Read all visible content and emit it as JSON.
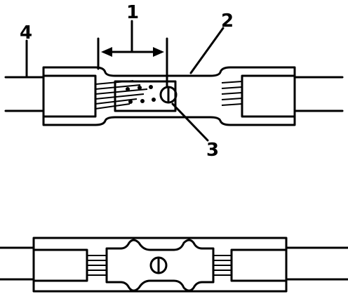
{
  "diagram": {
    "callouts": [
      {
        "id": "dimension",
        "text": "1"
      },
      {
        "id": "sleeve",
        "text": "2"
      },
      {
        "id": "crimp",
        "text": "3"
      },
      {
        "id": "wire",
        "text": "4"
      }
    ]
  }
}
